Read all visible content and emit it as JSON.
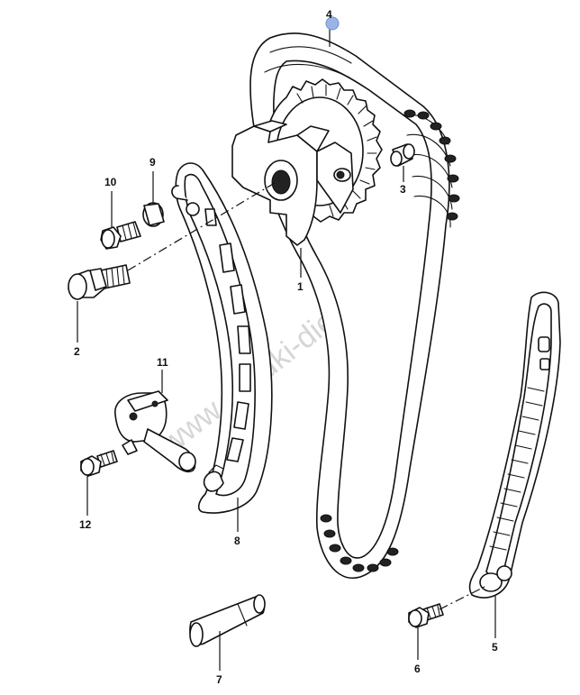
{
  "watermark": "www.suzuki-diely.sk",
  "highlight_color": "#9ab4e6",
  "callouts": [
    {
      "id": "c1",
      "label": "1"
    },
    {
      "id": "c2",
      "label": "2"
    },
    {
      "id": "c3",
      "label": "3"
    },
    {
      "id": "c4",
      "label": "4"
    },
    {
      "id": "c5",
      "label": "5"
    },
    {
      "id": "c6",
      "label": "6"
    },
    {
      "id": "c7",
      "label": "7"
    },
    {
      "id": "c8",
      "label": "8"
    },
    {
      "id": "c9",
      "label": "9"
    },
    {
      "id": "c10",
      "label": "10"
    },
    {
      "id": "c11",
      "label": "11"
    },
    {
      "id": "c12",
      "label": "12"
    }
  ]
}
